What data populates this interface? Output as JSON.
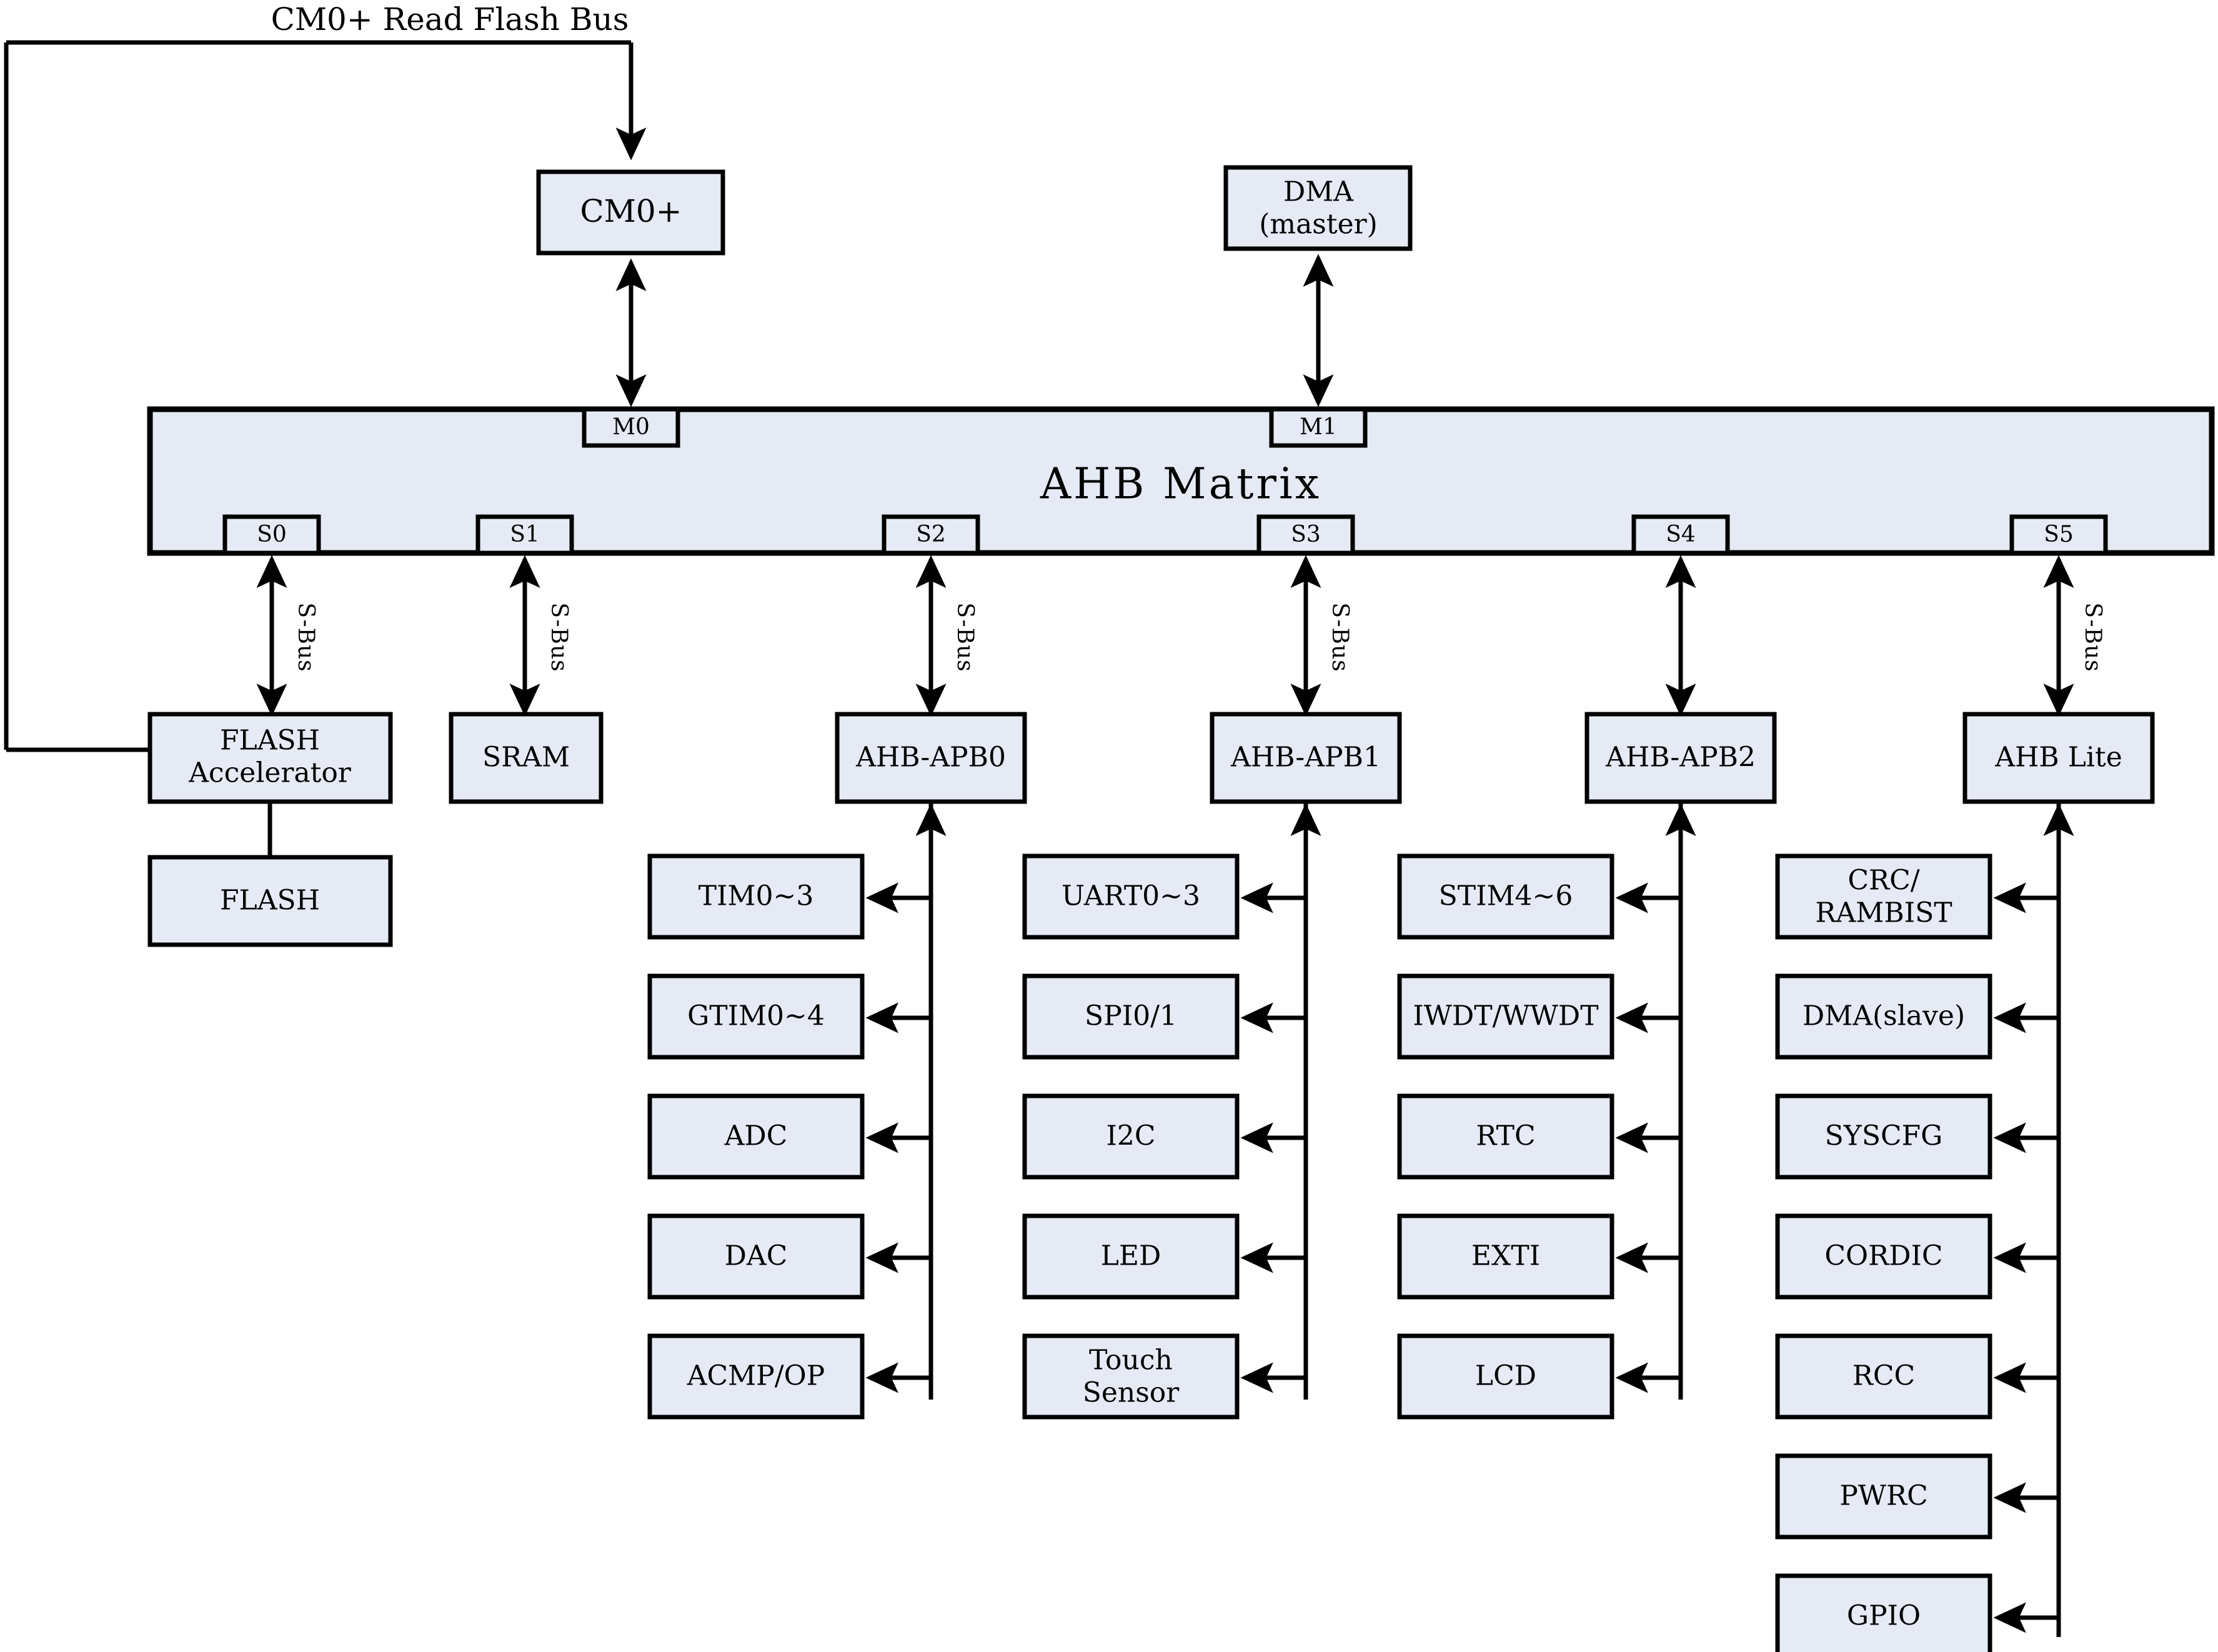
{
  "diagram": {
    "title": "AHB Matrix system block diagram",
    "matrix_label": "AHB Matrix",
    "top_bus_label": "CM0+ Read Flash Bus",
    "sbus_label": "S-Bus",
    "colors": {
      "block_fill": "#e5eaf4",
      "stroke": "#000000",
      "background": "#ffffff"
    }
  },
  "masters": [
    {
      "id": "cm0",
      "label": "CM0+",
      "port": "M0"
    },
    {
      "id": "dma",
      "label": "DMA\n(master)",
      "label_line1": "DMA",
      "label_line2": "(master)",
      "port": "M1"
    }
  ],
  "slave_ports": [
    {
      "port": "S0",
      "sbus": "S-Bus",
      "has_sbus_label": true,
      "block": "FLASH Accelerator",
      "block_line1": "FLASH",
      "block_line2": "Accelerator"
    },
    {
      "port": "S1",
      "sbus": "S-Bus",
      "has_sbus_label": true,
      "block": "SRAM",
      "block_line1": "SRAM",
      "block_line2": ""
    },
    {
      "port": "S2",
      "sbus": "S-Bus",
      "has_sbus_label": true,
      "block": "AHB-APB0",
      "block_line1": "AHB-APB0",
      "block_line2": ""
    },
    {
      "port": "S3",
      "sbus": "S-Bus",
      "has_sbus_label": true,
      "block": "AHB-APB1",
      "block_line1": "AHB-APB1",
      "block_line2": ""
    },
    {
      "port": "S4",
      "sbus": "",
      "has_sbus_label": false,
      "block": "AHB-APB2",
      "block_line1": "AHB-APB2",
      "block_line2": ""
    },
    {
      "port": "S5",
      "sbus": "S-Bus",
      "has_sbus_label": true,
      "block": "AHB Lite",
      "block_line1": "AHB Lite",
      "block_line2": ""
    }
  ],
  "memory": {
    "flash_label": "FLASH"
  },
  "peripheral_columns": [
    {
      "bridge": "AHB-APB0",
      "items": [
        {
          "line1": "TIM0~3",
          "line2": ""
        },
        {
          "line1": "GTIM0~4",
          "line2": ""
        },
        {
          "line1": "ADC",
          "line2": ""
        },
        {
          "line1": "DAC",
          "line2": ""
        },
        {
          "line1": "ACMP/OP",
          "line2": ""
        }
      ]
    },
    {
      "bridge": "AHB-APB1",
      "items": [
        {
          "line1": "UART0~3",
          "line2": ""
        },
        {
          "line1": "SPI0/1",
          "line2": ""
        },
        {
          "line1": "I2C",
          "line2": ""
        },
        {
          "line1": "LED",
          "line2": ""
        },
        {
          "line1": "Touch",
          "line2": "Sensor"
        }
      ]
    },
    {
      "bridge": "AHB-APB2",
      "items": [
        {
          "line1": "STIM4~6",
          "line2": ""
        },
        {
          "line1": "IWDT/WWDT",
          "line2": ""
        },
        {
          "line1": "RTC",
          "line2": ""
        },
        {
          "line1": "EXTI",
          "line2": ""
        },
        {
          "line1": "LCD",
          "line2": ""
        }
      ]
    },
    {
      "bridge": "AHB Lite",
      "items": [
        {
          "line1": "CRC/",
          "line2": "RAMBIST"
        },
        {
          "line1": "DMA(slave)",
          "line2": ""
        },
        {
          "line1": "SYSCFG",
          "line2": ""
        },
        {
          "line1": "CORDIC",
          "line2": ""
        },
        {
          "line1": "RCC",
          "line2": ""
        },
        {
          "line1": "PWRC",
          "line2": ""
        },
        {
          "line1": "GPIO",
          "line2": ""
        }
      ]
    }
  ]
}
